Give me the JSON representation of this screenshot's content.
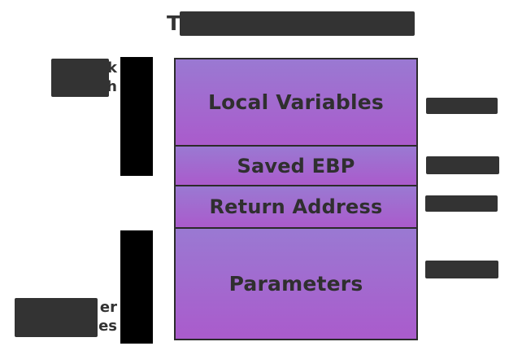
{
  "title": {
    "text": "T                                    e",
    "redacted": true
  },
  "colors": {
    "block_gradient_top": "#9a79d2",
    "block_gradient_bottom": "#aa5bcc",
    "block_border": "#2b2b2b",
    "text": "#2f2f2f",
    "redaction": "#333333",
    "arrow": "#000000",
    "background": "#ffffff"
  },
  "stack_frame": {
    "cells": [
      {
        "label": "Local Variables"
      },
      {
        "label": "Saved EBP"
      },
      {
        "label": "Return Address"
      },
      {
        "label": "Parameters"
      }
    ]
  },
  "left_labels": [
    {
      "text": "k\nG        h",
      "redacted": true
    },
    {
      "text": "        er\nA        es",
      "redacted": true
    }
  ],
  "arrows": [
    {
      "name": "upper-arrow",
      "redacted": true
    },
    {
      "name": "lower-arrow",
      "redacted": true
    }
  ],
  "right_labels": [
    {
      "text": "",
      "redacted": true
    },
    {
      "text": "",
      "redacted": true
    },
    {
      "text": "",
      "redacted": true
    },
    {
      "text": "",
      "redacted": true
    }
  ]
}
